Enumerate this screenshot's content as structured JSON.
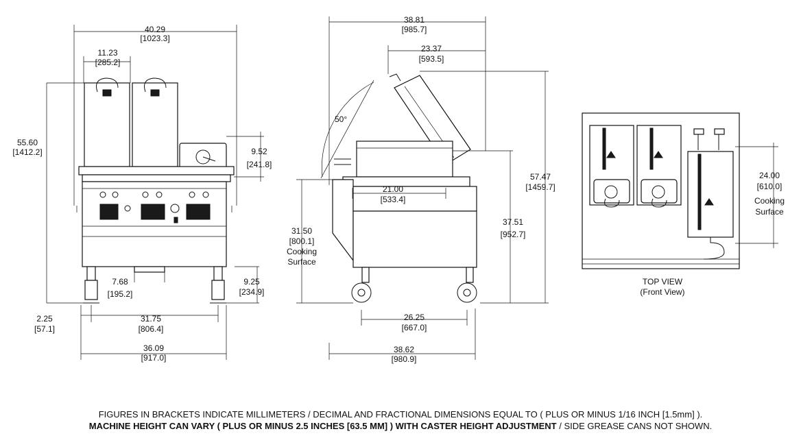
{
  "front_view": {
    "overall_width": {
      "in": "40.29",
      "mm": "[1023.3]"
    },
    "hood_width": {
      "in": "11.23",
      "mm": "[285.2]"
    },
    "overall_height": {
      "in": "55.60",
      "mm": "[1412.2]"
    },
    "control_box_height": {
      "in": "9.52",
      "mm": "[241.8]"
    },
    "drawer_width": {
      "in": "7.68",
      "mm": "[195.2]"
    },
    "leg_height": {
      "in": "9.25",
      "mm": "[234.9]"
    },
    "caster_offset": {
      "in": "2.25",
      "mm": "[57.1]"
    },
    "caster_spacing": {
      "in": "31.75",
      "mm": "[806.4]"
    },
    "base_width": {
      "in": "36.09",
      "mm": "[917.0]"
    }
  },
  "side_view": {
    "open_depth": {
      "in": "38.81",
      "mm": "[985.7]"
    },
    "hood_depth": {
      "in": "23.37",
      "mm": "[593.5]"
    },
    "angle": "50°",
    "open_height": {
      "in": "57.47",
      "mm": "[1459.7]"
    },
    "platen_depth": {
      "in": "21.00",
      "mm": "[533.4]"
    },
    "cooking_height": {
      "in": "31.50",
      "mm": "[800.1]",
      "label1": "Cooking",
      "label2": "Surface"
    },
    "closed_height": {
      "in": "37.51",
      "mm": "[952.7]"
    },
    "caster_spacing": {
      "in": "26.25",
      "mm": "[667.0]"
    },
    "overall_depth": {
      "in": "38.62",
      "mm": "[980.9]"
    }
  },
  "top_view": {
    "cooking_depth": {
      "in": "24.00",
      "mm": "[610.0]",
      "label1": "Cooking",
      "label2": "Surface"
    },
    "caption1": "TOP VIEW",
    "caption2": "(Front View)"
  },
  "notes": {
    "line1": "FIGURES IN BRACKETS INDICATE MILLIMETERS / DECIMAL AND FRACTIONAL DIMENSIONS EQUAL TO ( PLUS OR MINUS 1/16 INCH [1.5mm] ).",
    "line2_bold": "MACHINE HEIGHT CAN VARY ( PLUS OR MINUS  2.5 INCHES [63.5 MM] ) WITH CASTER HEIGHT ADJUSTMENT",
    "line2_normal": " / SIDE GREASE CANS NOT SHOWN."
  }
}
